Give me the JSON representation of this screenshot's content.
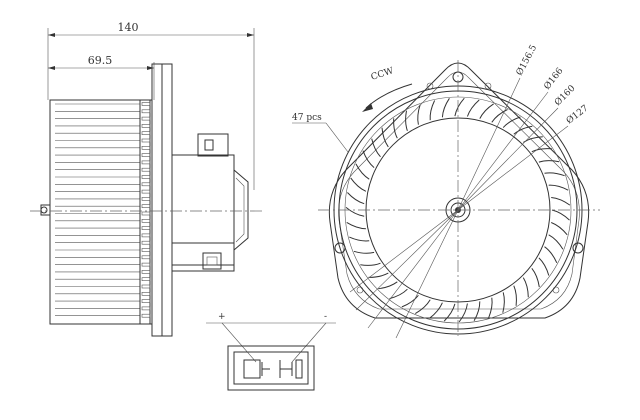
{
  "side_view": {
    "overall_length": "140",
    "wheel_length": "69.5"
  },
  "front_view": {
    "rotation": "CCW",
    "blade_count": "47 pcs",
    "diameters": [
      "Ø156.5",
      "Ø166",
      "Ø160",
      "Ø127"
    ]
  },
  "connector": {
    "positive": "+",
    "negative": "-"
  }
}
